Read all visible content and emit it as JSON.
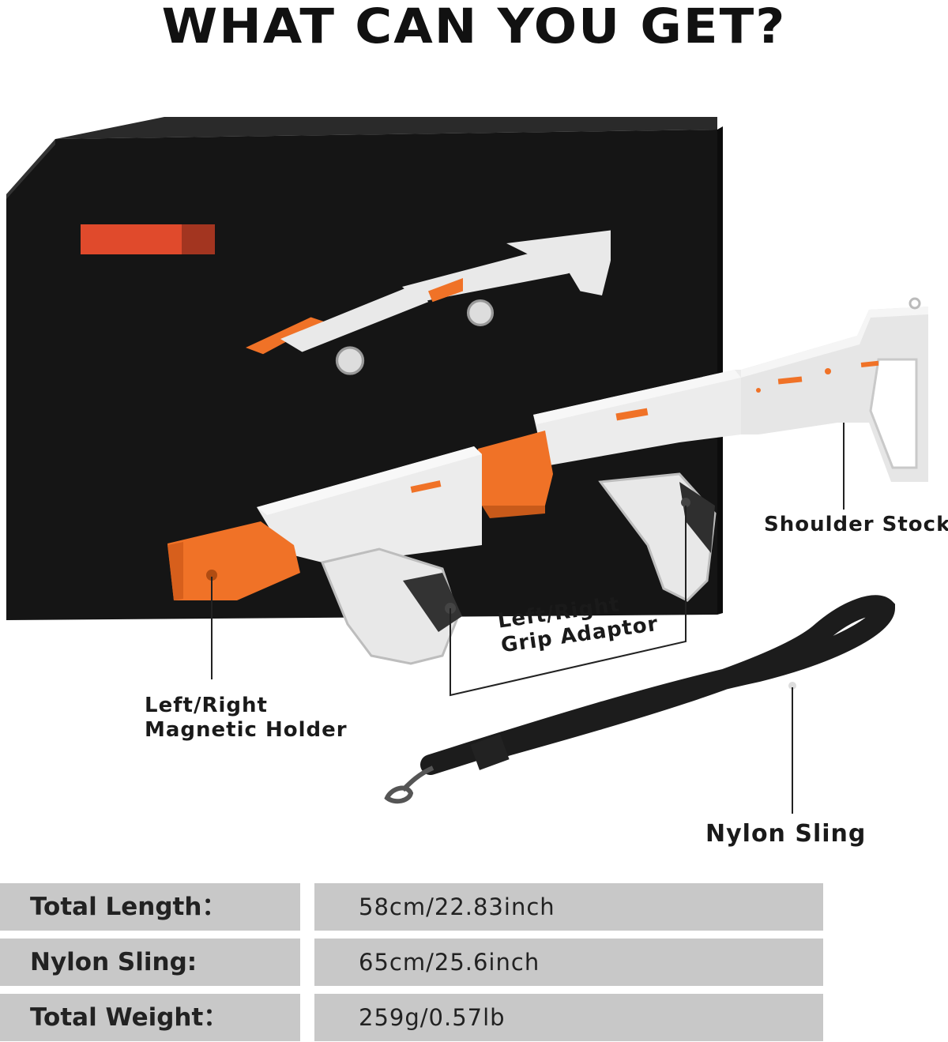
{
  "header": {
    "title": "WHAT CAN YOU GET?"
  },
  "labels": {
    "shoulder_stock": "Shoulder Stock",
    "grip_line1": "Left/Right",
    "grip_line2": "Grip Adaptor",
    "magnet_line1": "Left/Right",
    "magnet_line2": "Magnetic Holder",
    "sling": "Nylon Sling"
  },
  "specs": [
    {
      "key": "Total Length：",
      "value": "58cm/22.83inch"
    },
    {
      "key": "Nylon Sling:",
      "value": "65cm/25.6inch"
    },
    {
      "key": "Total Weight：",
      "value": "259g/0.57lb"
    }
  ],
  "colors": {
    "accent_orange": "#f07227",
    "box_black": "#141414",
    "gun_white": "#eeeeee",
    "spec_bg": "#c8c8c8"
  }
}
